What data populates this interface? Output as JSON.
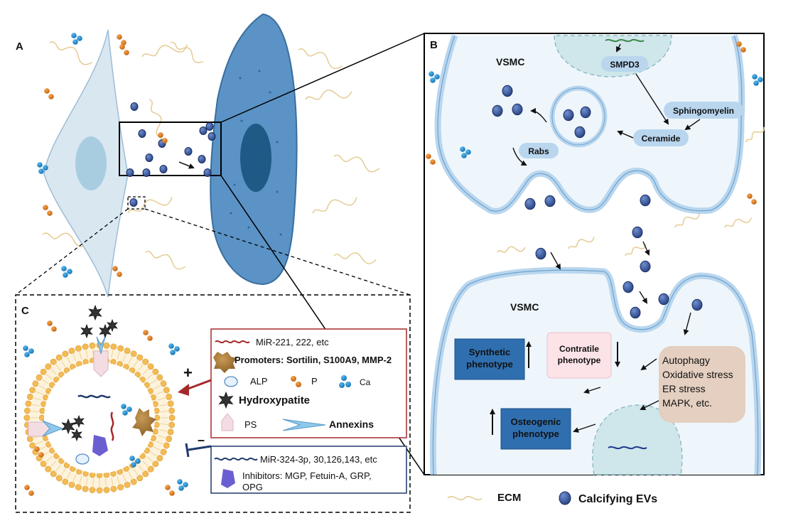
{
  "panels": {
    "a": "A",
    "b": "B",
    "c": "C"
  },
  "panel_b": {
    "vsmc_top": "VSMC",
    "vsmc_bottom": "VSMC",
    "smpd3": "SMPD3",
    "sphingomyelin": "Sphingomyelin",
    "ceramide": "Ceramide",
    "rabs": "Rabs",
    "synthetic": [
      "Synthetic",
      "phenotype"
    ],
    "contractile": [
      "Contratile",
      "phenotype"
    ],
    "osteogenic": [
      "Osteogenic",
      "phenotype"
    ],
    "stress_box": [
      "Autophagy",
      "Oxidative stress",
      "ER stress",
      "MAPK, etc."
    ]
  },
  "panel_c": {
    "promoters_box": {
      "mirna": "MiR-221, 222, etc",
      "promoters": "Promoters: Sortilin, S100A9, MMP-2",
      "alp": "ALP",
      "p": "P",
      "ca": "Ca",
      "hydroxyapatite": "Hydroxypatite",
      "ps": "PS",
      "annexins": "Annexins"
    },
    "inhibitors_box": {
      "mirna": "MiR-324-3p, 30,126,143, etc",
      "inhibitors": [
        "Inhibitors: MGP, Fetuin-A, GRP,",
        "OPG"
      ]
    },
    "plus": "+",
    "minus": "–"
  },
  "legend": {
    "ecm": "ECM",
    "evs": "Calcifying EVs"
  },
  "colors": {
    "ev_fill": "#3d5c9c",
    "ev_stroke": "#1c2f63",
    "cell_dark": "#5f97c8",
    "cell_light": "#d7e6ef",
    "membrane_b": "#b9d6ee",
    "interior_b": "#eef6fc",
    "ecm": "#e3c88c",
    "phenotype_blue": "#2f6fb0",
    "contractile_pink": "#fce3e8",
    "stress_tan": "#e4cfc0",
    "ps_lipid": "#f3bb56",
    "promoter_red": "#a5282a",
    "inhibitor_navy": "#1e3a6b",
    "mineral_p": "#e47d14",
    "mineral_ca": "#1d8fcf"
  }
}
